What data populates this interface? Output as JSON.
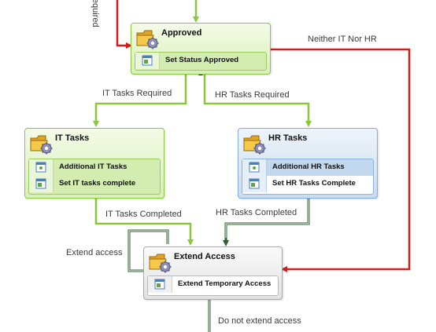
{
  "colors": {
    "green_wire": "#8cc63f",
    "red_wire": "#d81b1b",
    "dark_wire": "#2f5f2f"
  },
  "labels": {
    "required_cut": "Required",
    "neither": "Neither IT Nor HR",
    "it_required": "IT Tasks Required",
    "hr_required": "HR Tasks Required",
    "it_completed": "IT Tasks Completed",
    "hr_completed": "HR Tasks Completed",
    "extend_access": "Extend access",
    "do_not_extend": "Do not extend access"
  },
  "states": {
    "approved": {
      "title": "Approved",
      "icon": "state-folder-gear-icon",
      "activities": [
        {
          "label": "Set Status Approved",
          "icon": "activity-icon"
        }
      ]
    },
    "it_tasks": {
      "title": "IT Tasks",
      "icon": "state-folder-gear-icon",
      "activities": [
        {
          "label": "Additional IT Tasks",
          "icon": "activity-icon"
        },
        {
          "label": "Set IT tasks complete",
          "icon": "activity-icon"
        }
      ]
    },
    "hr_tasks": {
      "title": "HR Tasks",
      "icon": "state-folder-gear-icon",
      "activities": [
        {
          "label": "Additional HR Tasks",
          "icon": "activity-icon",
          "selected": true
        },
        {
          "label": "Set HR Tasks Complete",
          "icon": "activity-icon"
        }
      ]
    },
    "extend_access": {
      "title": "Extend Access",
      "icon": "state-folder-gear-icon",
      "activities": [
        {
          "label": "Extend Temporary Access",
          "icon": "activity-icon"
        }
      ]
    }
  }
}
